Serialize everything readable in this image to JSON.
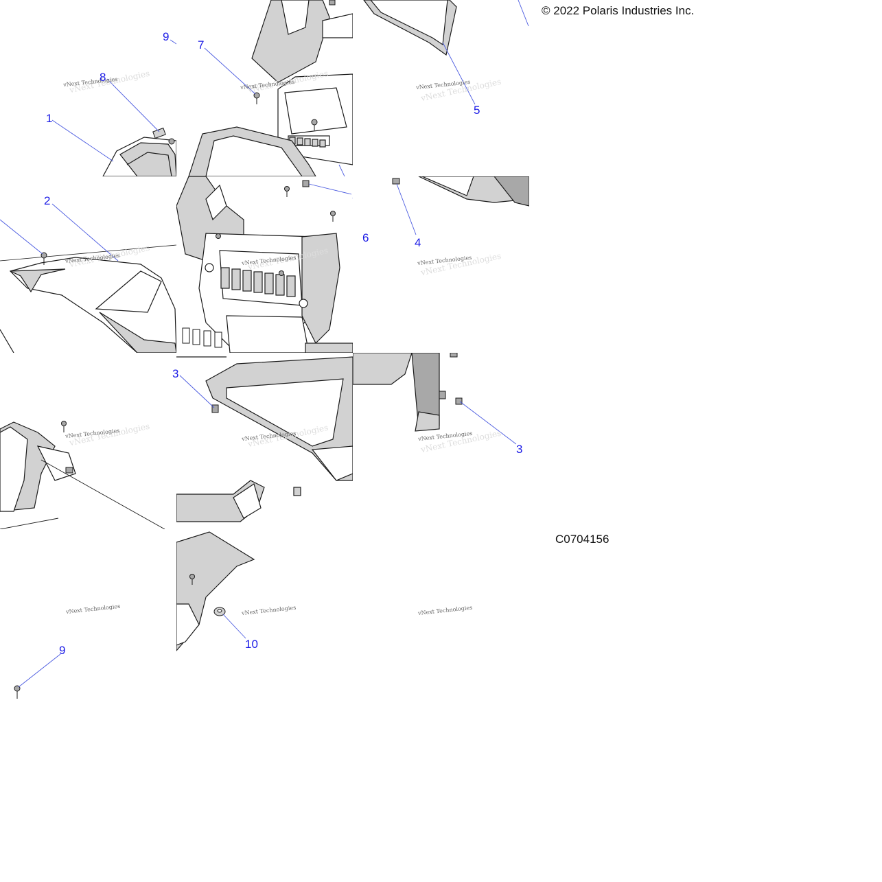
{
  "header": {
    "copyright": "© 2022 Polaris Industries Inc."
  },
  "footer": {
    "figure_id": "C0704156"
  },
  "watermark": {
    "text": "vNext Technologies"
  },
  "callouts": [
    "9",
    "7",
    "8",
    "1",
    "5",
    "2",
    "6",
    "4",
    "3",
    "3",
    "9",
    "10"
  ],
  "colors": {
    "callout": "#1a1ae6",
    "leader_line": "#4a5ae0",
    "part_shade": "#d2d2d2",
    "part_dark": "#a8a8a8",
    "outline": "#1a1a1a"
  }
}
